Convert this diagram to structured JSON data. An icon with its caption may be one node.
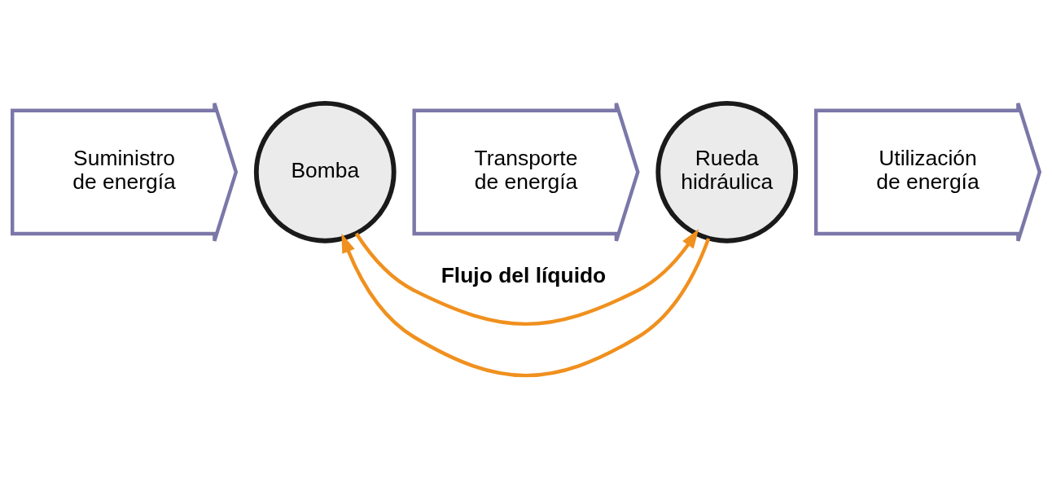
{
  "diagram": {
    "nodes": [
      {
        "text": [
          "Suministro de energía"
        ]
      },
      {
        "text": [
          "Bomba"
        ]
      },
      {
        "text": [
          "Transporte de energía"
        ]
      },
      {
        "text": [
          "Rueda hidráulica"
        ]
      },
      {
        "text": [
          "Utilización de energía"
        ]
      }
    ],
    "edges": [
      {
        "from": 1,
        "to": 3,
        "arrow": "to",
        "label": "Flujo del líquido",
        "color": "#f0901e"
      },
      {
        "from": 3,
        "to": 1,
        "arrow": "to",
        "color": "#f0901e"
      }
    ]
  }
}
